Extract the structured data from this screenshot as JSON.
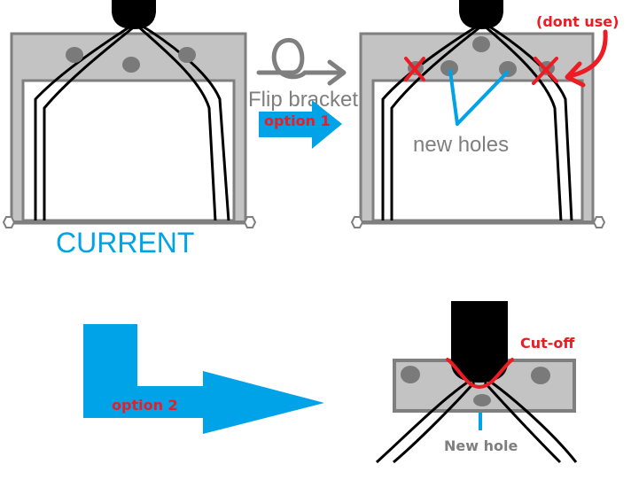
{
  "labels": {
    "current": "CURRENT",
    "flip_bracket": "Flip bracket",
    "option1": "option 1",
    "new_holes": "new holes",
    "dont_use": "(dont use)",
    "option2": "option 2",
    "cut_off": "Cut-off",
    "new_hole": "New hole"
  },
  "colors": {
    "bracket_gray": "#c3c3c3",
    "frame_gray": "#7f7f7f",
    "hole_gray": "#7a7a7a",
    "annotation_blue": "#00a2e8",
    "annotation_red": "#ed1c24",
    "ink": "#000000",
    "muted_text": "#7f7f7f"
  },
  "icons": [
    "cross-mark-icon",
    "curved-arrow-icon",
    "loop-arrow-icon",
    "block-arrow-icon",
    "l-arrow-icon"
  ]
}
